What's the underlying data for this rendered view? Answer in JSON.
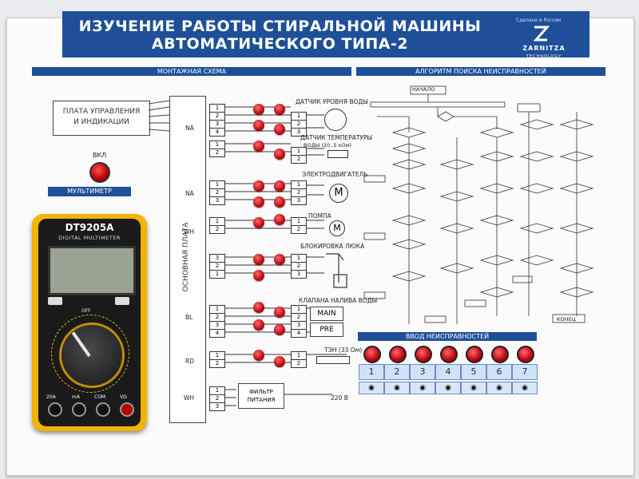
{
  "banner": {
    "line1": "ИЗУЧЕНИЕ РАБОТЫ СТИРАЛЬНОЙ МАШИНЫ",
    "line2": "АВТОМАТИЧЕСКОГО ТИПА-2",
    "made_in": "Сделано в России",
    "brand": "ZARNITZA",
    "brand_sub": "TECHNOLOGY"
  },
  "sections": {
    "mounting": "МОНТАЖНАЯ СХЕМА",
    "algorithm": "АЛГОРИТМ ПОИСКА НЕИСПРАВНОСТЕЙ",
    "fault_input": "ВВОД НЕИСПРАВНОСТЕЙ",
    "multimeter": "МУЛЬТИМЕТР"
  },
  "control_board": {
    "line1": "ПЛАТА УПРАВЛЕНИЯ",
    "line2": "И ИНДИКАЦИИ"
  },
  "power_led_label": "ВКЛ",
  "main_board_label": "ОСНОВНАЯ ПЛАТА",
  "components": {
    "water_level_sensor": "ДАТЧИК УРОВНЯ ВОДЫ",
    "temp_sensor_line1": "ДАТЧИК ТЕМПЕРАТУРЫ",
    "temp_sensor_line2": "ВОДЫ (20..5 кОм)",
    "motor": "ЭЛЕКТРОДВИГАТЕЛЬ",
    "motor_symbol": "M",
    "pump": "ПОМПА",
    "pump_symbol": "M",
    "lock": "БЛОКИРОВКА ЛЮКА",
    "valves": "КЛАПАНА НАЛИВА ВОДЫ",
    "valve_main": "MAIN",
    "valve_pre": "PRE",
    "heater": "ТЭН (33 Ом)",
    "filter_line1": "ФИЛЬТР",
    "filter_line2": "ПИТАНИЯ",
    "supply": "220 В"
  },
  "connector_labels": [
    "NA",
    "NA",
    "WH",
    "BL",
    "RD",
    "WH"
  ],
  "terminal_numbers": [
    "1",
    "2",
    "3",
    "4"
  ],
  "flowchart": {
    "start": "НАЧАЛО",
    "end": "КОНЕЦ"
  },
  "multimeter": {
    "model": "DT9205A",
    "subtitle": "DIGITAL MULTIMETER",
    "off_label": "OFF",
    "ports": [
      "20A",
      "mA",
      "COM",
      "VΩ"
    ]
  },
  "fault_numbers": [
    "1",
    "2",
    "3",
    "4",
    "5",
    "6",
    "7"
  ],
  "colors": {
    "brand_blue": "#1e4f98",
    "jack_red": "#c0101a",
    "multimeter_yellow": "#f2b400",
    "cell_blue": "#cfe2f8"
  }
}
